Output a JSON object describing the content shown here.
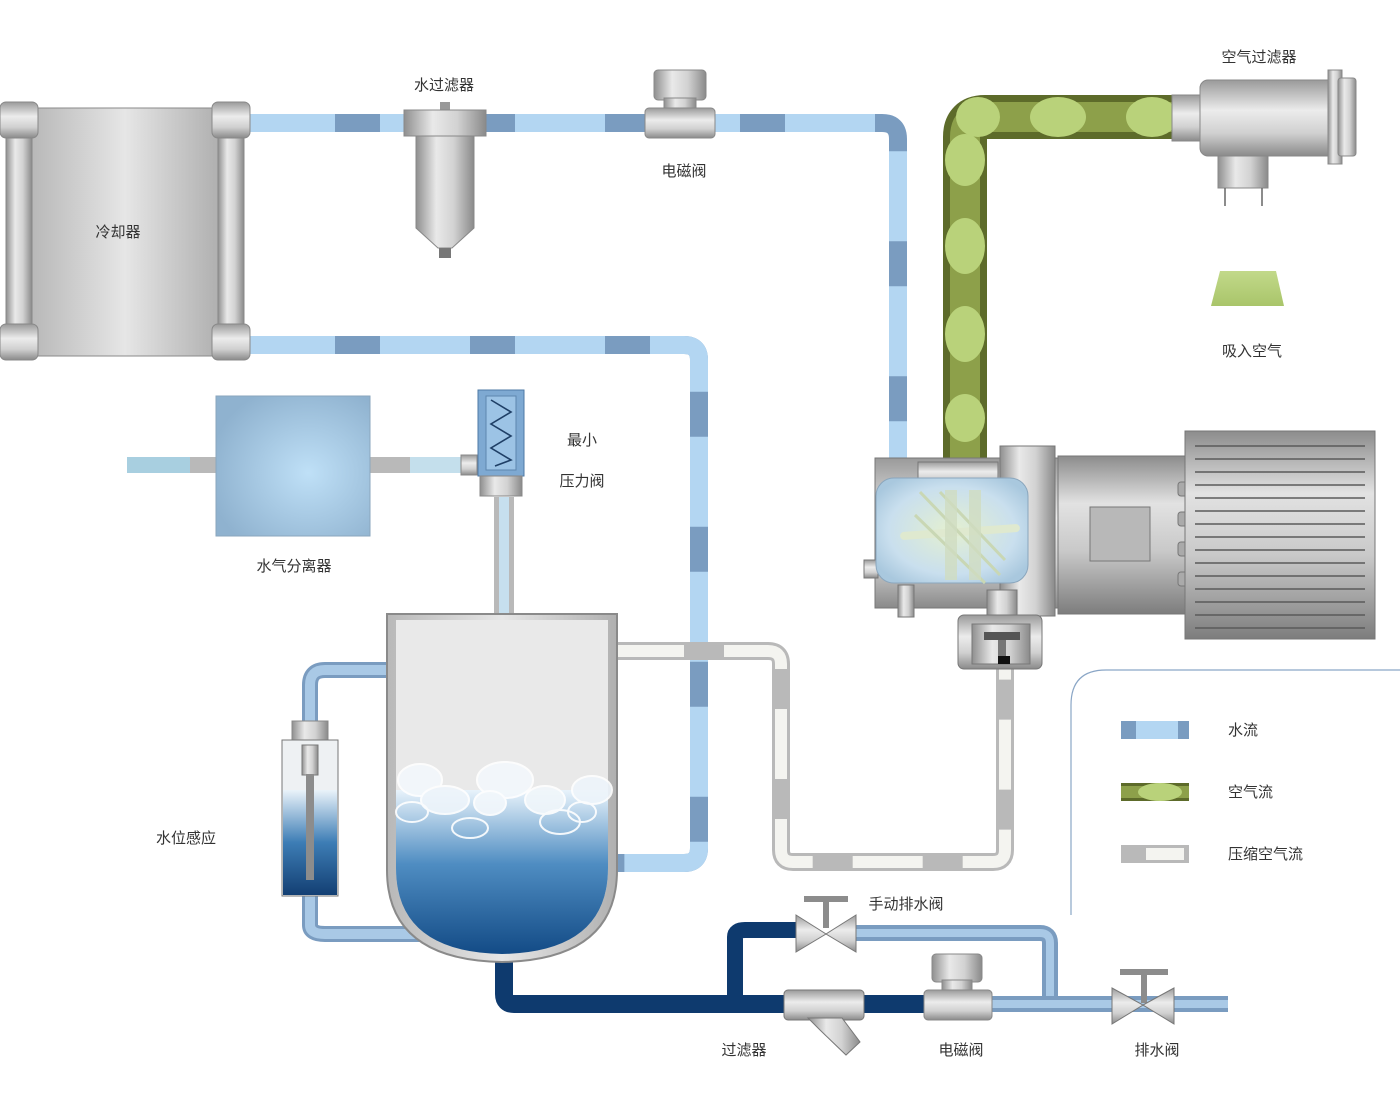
{
  "labels": {
    "cooler": "冷却器",
    "water_filter": "水过滤器",
    "solenoid_valve_top": "电磁阀",
    "air_filter": "空气过滤器",
    "intake_air": "吸入空气",
    "min_pressure_valve_line1": "最小",
    "min_pressure_valve_line2": "压力阀",
    "separator": "水气分离器",
    "water_level_sensor": "水位感应",
    "manual_drain_valve": "手动排水阀",
    "strainer": "过滤器",
    "solenoid_valve_bottom": "电磁阀",
    "drain_valve": "排水阀"
  },
  "legend": {
    "water_flow": "水流",
    "air_flow": "空气流",
    "compressed_air_flow": "压缩空气流"
  },
  "colors": {
    "water_light": "#b3d6f2",
    "water_dark": "#7a9cc0",
    "air_green": "#b9d27a",
    "air_dark": "#5d6b2a",
    "compressed_light": "#f4f4f0",
    "compressed_gray": "#b9b9b9",
    "drain_navy": "#0e3a6e",
    "metal": "#c8c8c8",
    "label_text": "#333333"
  }
}
